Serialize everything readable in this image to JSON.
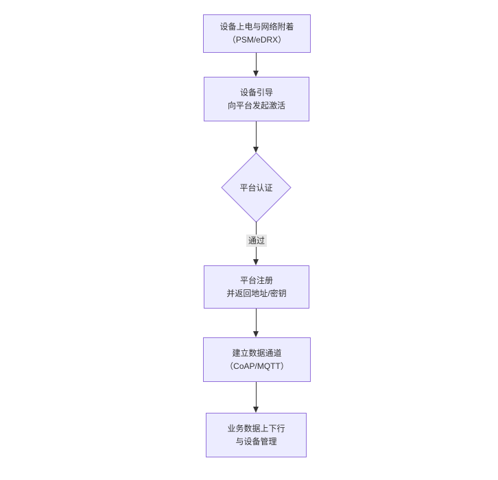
{
  "flowchart": {
    "type": "flowchart",
    "direction": "top-down",
    "colors": {
      "background": "#ffffff",
      "node_fill": "#ECECFF",
      "node_border": "#9370DB",
      "edge_line": "#333333",
      "text": "#333333",
      "edge_label_bg": "#e8e8e8"
    },
    "nodes": [
      {
        "id": "power-attach",
        "shape": "rect",
        "lines": [
          "设备上电与网络附着",
          "（PSM/eDRX）"
        ]
      },
      {
        "id": "bootstrap",
        "shape": "rect",
        "lines": [
          "设备引导",
          "向平台发起激活"
        ]
      },
      {
        "id": "platform-auth",
        "shape": "diamond",
        "lines": [
          "平台认证"
        ]
      },
      {
        "id": "platform-register",
        "shape": "rect",
        "lines": [
          "平台注册",
          "并返回地址/密钥"
        ]
      },
      {
        "id": "data-channel",
        "shape": "rect",
        "lines": [
          "建立数据通道",
          "（CoAP/MQTT）"
        ]
      },
      {
        "id": "business-data",
        "shape": "rect",
        "lines": [
          "业务数据上下行",
          "与设备管理"
        ]
      }
    ],
    "edges": [
      {
        "from": "power-attach",
        "to": "bootstrap",
        "label": ""
      },
      {
        "from": "bootstrap",
        "to": "platform-auth",
        "label": ""
      },
      {
        "from": "platform-auth",
        "to": "platform-register",
        "label": "通过"
      },
      {
        "from": "platform-register",
        "to": "data-channel",
        "label": ""
      },
      {
        "from": "data-channel",
        "to": "business-data",
        "label": ""
      }
    ]
  }
}
